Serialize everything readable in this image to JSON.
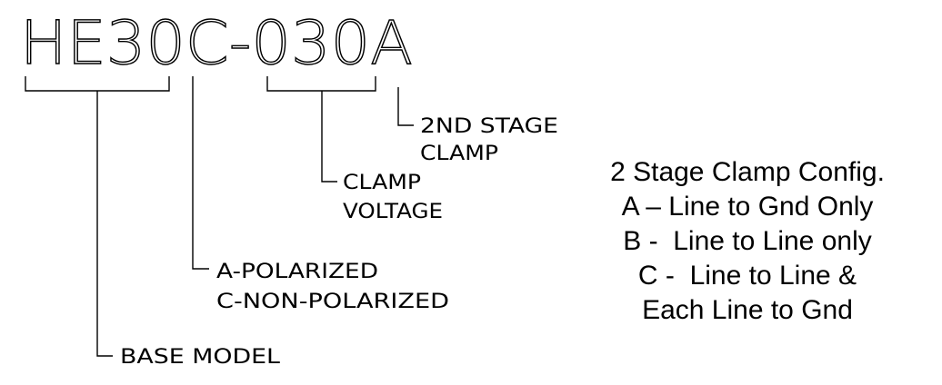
{
  "part_number": "HE30C-030A",
  "labels": {
    "second_stage_1": "2ND STAGE",
    "second_stage_2": "CLAMP",
    "clamp_voltage_1": "CLAMP",
    "clamp_voltage_2": "VOLTAGE",
    "polarized": "A-POLARIZED",
    "non_polarized": "C-NON-POLARIZED",
    "base_model": "BASE MODEL"
  },
  "config": {
    "title": "2 Stage Clamp Config.",
    "items": [
      "A – Line to Gnd Only",
      "B -  Line to Line only",
      "C -  Line to Line &",
      "Each Line to Gnd"
    ]
  }
}
